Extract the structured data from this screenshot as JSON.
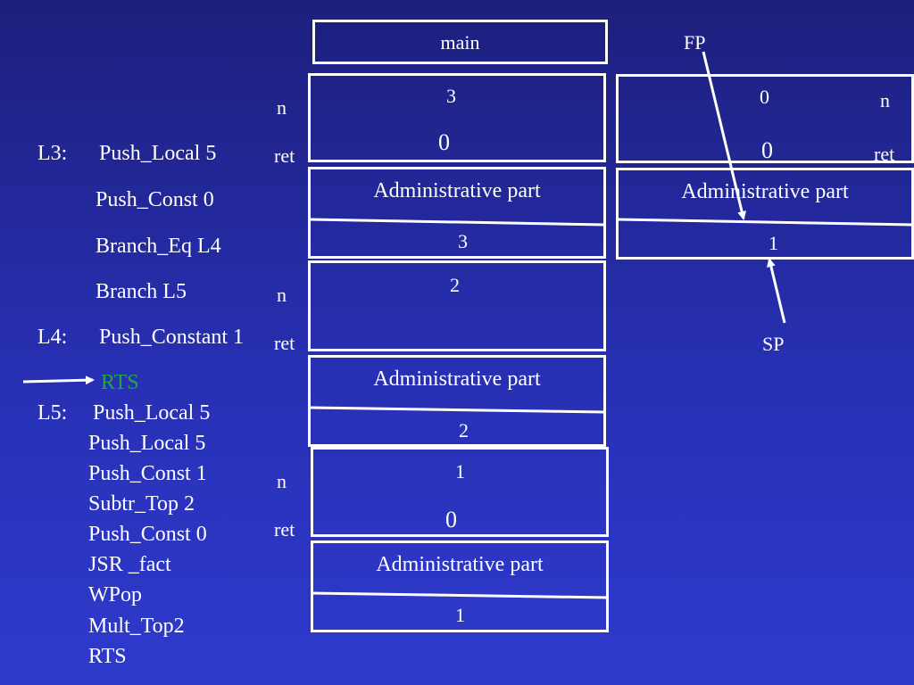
{
  "main_frame": {
    "label": "main"
  },
  "frames": [
    {
      "n_value": "3",
      "ret_value": "0",
      "admin_label": "Administrative part",
      "link_value": "3"
    },
    {
      "n_value": "2",
      "admin_label": "Administrative part",
      "link_value": "2"
    },
    {
      "n_value": "1",
      "ret_value": "0",
      "admin_label": "Administrative part",
      "link_value": "1"
    }
  ],
  "current_frame": {
    "n_value": "0",
    "ret_value": "0",
    "admin_label": "Administrative part",
    "link_value": "1"
  },
  "side_labels": {
    "n": "n",
    "ret": "ret"
  },
  "pointers": {
    "fp": "FP",
    "sp": "SP"
  },
  "code": {
    "l3_label": "L3:",
    "l3_instr": "Push_Local  5",
    "line2": "Push_Const  0",
    "line3": "Branch_Eq L4",
    "line4": "Branch L5",
    "l4_label": "L4:",
    "l4_instr": "Push_Constant  1",
    "current": "RTS",
    "l5_label": "L5:",
    "l5_instr": "Push_Local 5",
    "l5_lines": [
      "Push_Local 5",
      "Push_Const 1",
      "Subtr_Top 2",
      "Push_Const 0",
      "JSR _fact",
      "WPop",
      "Mult_Top2",
      "RTS"
    ]
  },
  "colors": {
    "background": "#2730b4",
    "current_instruction": "#1fa83a",
    "lines": "#ffffff"
  }
}
